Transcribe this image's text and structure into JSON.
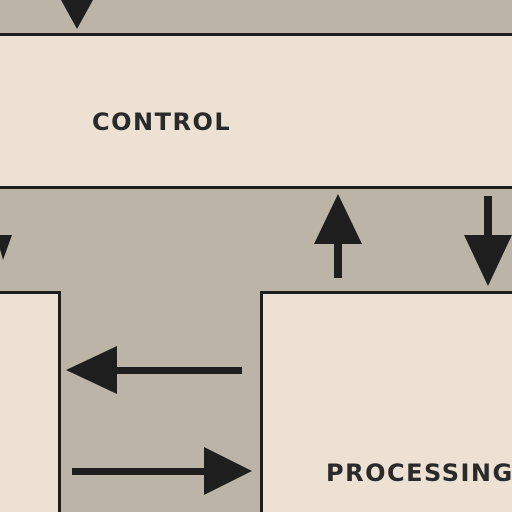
{
  "diagram": {
    "blocks": {
      "control": {
        "label": "CONTROL"
      },
      "processing": {
        "label": "PROCESSING"
      },
      "left_partial": {
        "label": ""
      }
    },
    "colors": {
      "background": "#bcb4a6",
      "block_fill": "#ece1d2",
      "line": "#1e1e1e",
      "text": "#2a2a2a"
    },
    "arrows": [
      {
        "from": "above",
        "to": "control",
        "direction": "down"
      },
      {
        "from": "control",
        "to": "left-block",
        "direction": "down"
      },
      {
        "from": "processing",
        "to": "control",
        "direction": "up"
      },
      {
        "from": "control",
        "to": "processing",
        "direction": "down"
      },
      {
        "from": "processing",
        "to": "left-block",
        "direction": "left"
      },
      {
        "from": "left-block",
        "to": "processing",
        "direction": "right"
      }
    ]
  }
}
